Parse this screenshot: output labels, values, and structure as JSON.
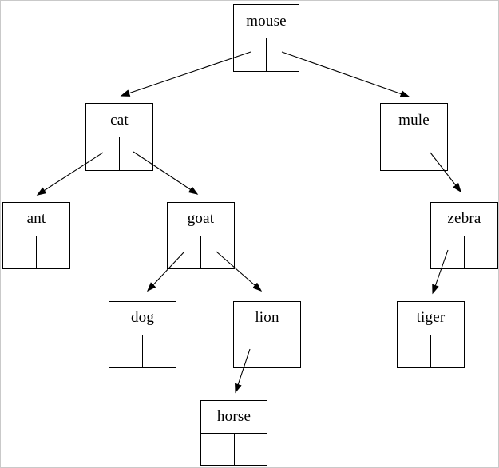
{
  "page": {
    "background_color": "#ffffff",
    "border_color": "#c9c9c9"
  },
  "diagram": {
    "type": "binary-tree-linked-nodes",
    "line_color": "#000000",
    "root": "mouse",
    "nodes": [
      {
        "id": "mouse",
        "label": "mouse",
        "left_child": "cat",
        "right_child": "mule"
      },
      {
        "id": "cat",
        "label": "cat",
        "left_child": "ant",
        "right_child": "goat"
      },
      {
        "id": "mule",
        "label": "mule",
        "left_child": null,
        "right_child": "zebra"
      },
      {
        "id": "ant",
        "label": "ant",
        "left_child": null,
        "right_child": null
      },
      {
        "id": "goat",
        "label": "goat",
        "left_child": "dog",
        "right_child": "lion"
      },
      {
        "id": "zebra",
        "label": "zebra",
        "left_child": "tiger",
        "right_child": null
      },
      {
        "id": "dog",
        "label": "dog",
        "left_child": null,
        "right_child": null
      },
      {
        "id": "lion",
        "label": "lion",
        "left_child": "horse",
        "right_child": null
      },
      {
        "id": "tiger",
        "label": "tiger",
        "left_child": null,
        "right_child": null
      },
      {
        "id": "horse",
        "label": "horse",
        "left_child": null,
        "right_child": null
      }
    ],
    "edges": [
      {
        "from": "mouse",
        "pointer": "left",
        "to": "cat"
      },
      {
        "from": "mouse",
        "pointer": "right",
        "to": "mule"
      },
      {
        "from": "cat",
        "pointer": "left",
        "to": "ant"
      },
      {
        "from": "cat",
        "pointer": "right",
        "to": "goat"
      },
      {
        "from": "mule",
        "pointer": "right",
        "to": "zebra"
      },
      {
        "from": "goat",
        "pointer": "left",
        "to": "dog"
      },
      {
        "from": "goat",
        "pointer": "right",
        "to": "lion"
      },
      {
        "from": "zebra",
        "pointer": "left",
        "to": "tiger"
      },
      {
        "from": "lion",
        "pointer": "left",
        "to": "horse"
      }
    ]
  }
}
